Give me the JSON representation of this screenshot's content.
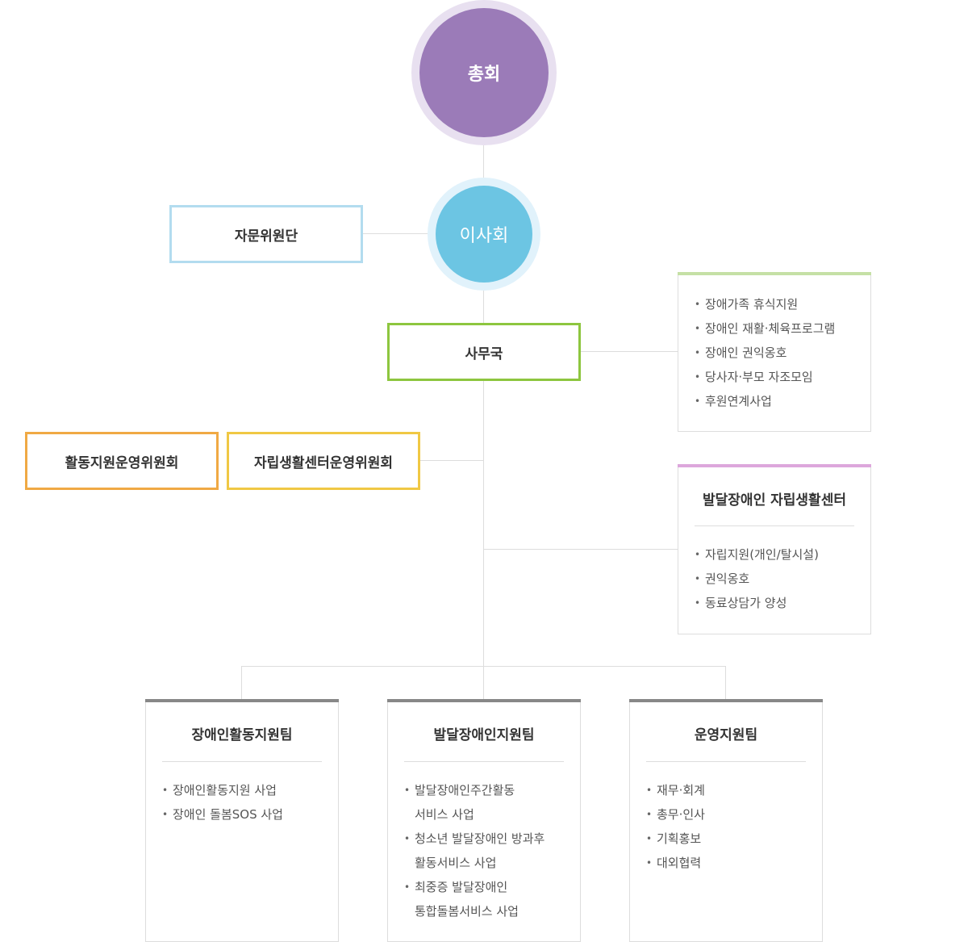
{
  "nodes": {
    "general_assembly": {
      "label": "총회",
      "color": "#9b7bb8",
      "ring_color": "#e8e0f0"
    },
    "board": {
      "label": "이사회",
      "color": "#6cc5e3",
      "ring_color": "#e1f2fb"
    },
    "advisory": {
      "label": "자문위원단",
      "border_color": "#b3dcef"
    },
    "secretariat": {
      "label": "사무국",
      "border_color": "#8dc63f"
    },
    "activity_committee": {
      "label": "활동지원운영위원회",
      "border_color": "#f0a944"
    },
    "center_committee": {
      "label": "자립생활센터운영위원회",
      "border_color": "#f0c844"
    }
  },
  "secretariat_services": {
    "bar_color": "#c5e0a5",
    "items": [
      "장애가족 휴식지원",
      "장애인 재활·체육프로그램",
      "장애인 권익옹호",
      "당사자·부모 자조모임",
      "후원연계사업"
    ]
  },
  "center": {
    "title": "발달장애인 자립생활센터",
    "bar_color": "#dda7dc",
    "items": [
      "자립지원(개인/탈시설)",
      "권익옹호",
      "동료상담가 양성"
    ]
  },
  "teams": [
    {
      "title": "장애인활동지원팀",
      "bar_color": "#888888",
      "items": [
        {
          "text": "장애인활동지원 사업",
          "cont": ""
        },
        {
          "text": "장애인 돌봄SOS 사업",
          "cont": ""
        }
      ]
    },
    {
      "title": "발달장애인지원팀",
      "bar_color": "#888888",
      "items": [
        {
          "text": "발달장애인주간활동",
          "cont": "서비스 사업"
        },
        {
          "text": "청소년 발달장애인 방과후",
          "cont": "활동서비스 사업"
        },
        {
          "text": "최중증 발달장애인",
          "cont": "통합돌봄서비스 사업"
        }
      ]
    },
    {
      "title": "운영지원팀",
      "bar_color": "#888888",
      "items": [
        {
          "text": "재무·회계",
          "cont": ""
        },
        {
          "text": "총무·인사",
          "cont": ""
        },
        {
          "text": "기획홍보",
          "cont": ""
        },
        {
          "text": "대외협력",
          "cont": ""
        }
      ]
    }
  ]
}
